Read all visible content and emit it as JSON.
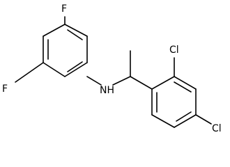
{
  "molecule": {
    "atoms": {
      "f_top": "F",
      "f_bottom": "F",
      "nh": "NH",
      "cl_top": "Cl",
      "cl_bottom": "Cl"
    },
    "colors": {
      "bond": "#000000",
      "label": "#000000",
      "background": "#ffffff"
    }
  }
}
